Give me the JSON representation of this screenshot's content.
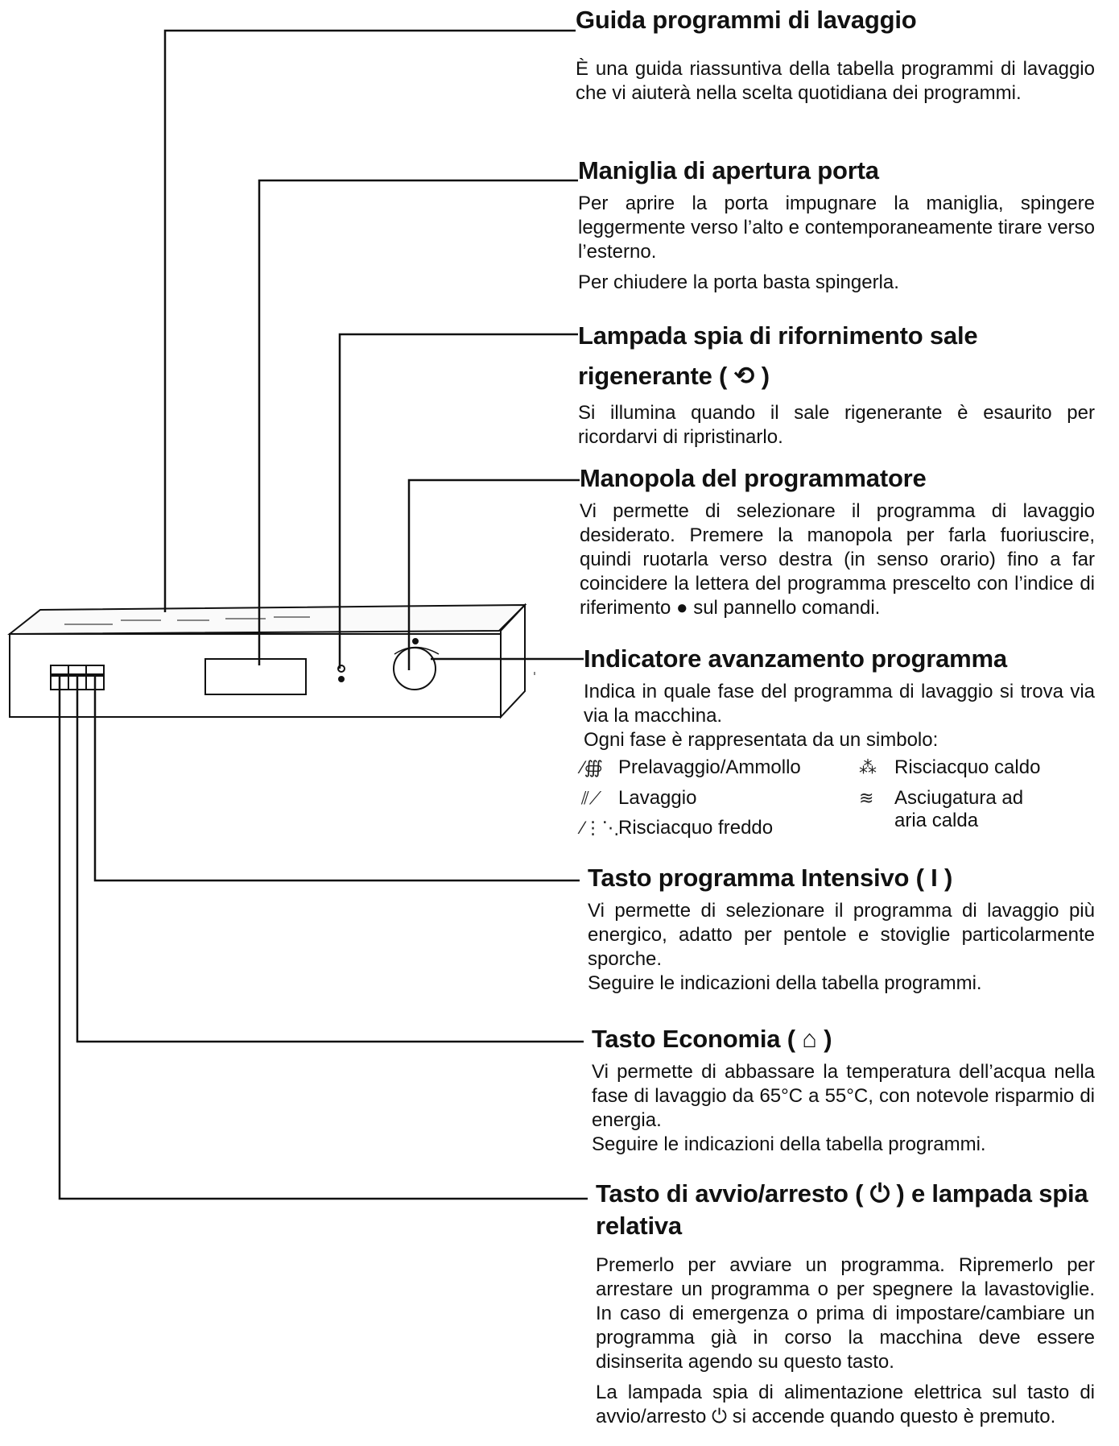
{
  "sections": [
    {
      "title": "Guida programmi di lavaggio",
      "paragraphs": [
        "È una guida riassuntiva della tabella programmi di lavaggio che vi aiuterà nella scelta quotidiana dei programmi."
      ]
    },
    {
      "title": "Maniglia di apertura porta",
      "paragraphs": [
        "Per aprire la porta impugnare la maniglia, spingere leggermente verso l’alto e contemporaneamente tirare verso l’esterno.",
        "Per chiudere la porta basta spingerla."
      ]
    },
    {
      "title": "Lampada spia di rifornimento sale rigenerante ( ⟲ )",
      "paragraphs": [
        "Si illumina quando il sale rigenerante è esaurito per ricordarvi di ripristinarlo."
      ]
    },
    {
      "title": "Manopola del programmatore",
      "paragraphs": [
        "Vi permette di selezionare il programma di lavaggio desiderato. Premere la manopola per farla fuoriuscire, quindi ruotarla verso destra (in senso orario) fino a far coincidere la lettera del programma prescelto con l’indice di riferimento ● sul pannello comandi."
      ]
    },
    {
      "title": "Indicatore avanzamento programma",
      "paragraphs": [
        "Indica in quale fase del programma di lavaggio si trova via via la macchina.",
        "Ogni fase è rappresentata da un simbolo:"
      ]
    },
    {
      "title": "Tasto programma Intensivo ( I )",
      "paragraphs": [
        "Vi permette di selezionare il programma di lavaggio più energico, adatto per pentole e stoviglie particolarmente sporche.",
        "Seguire le indicazioni della tabella programmi."
      ]
    },
    {
      "title": "Tasto Economia ( ⌂ )",
      "paragraphs": [
        "Vi permette di abbassare la temperatura dell’acqua nella fase di lavaggio da 65°C a 55°C, con notevole risparmio di energia.",
        "Seguire le indicazioni della tabella programmi."
      ]
    },
    {
      "title": "Tasto di avvio/arresto ( ⏻ ) e lampada spia relativa",
      "paragraphs": [
        "Premerlo per avviare un programma. Ripremerlo per arrestare un programma o per spegnere la lavastoviglie. In caso di emergenza o prima di impostare/cambiare un programma già in corso la macchina deve essere disinserita agendo su questo tasto.",
        "La lampada spia di alimentazione elettrica sul tasto di avvio/arresto ⏻ si accende quando questo è premuto."
      ]
    }
  ],
  "phase_symbols": [
    {
      "icon": "prewash-icon",
      "glyph": "⁄∰",
      "label": "Prelavaggio/Ammollo"
    },
    {
      "icon": "wash-icon",
      "glyph": "⫽⟋",
      "label": "Lavaggio"
    },
    {
      "icon": "cold-rinse-icon",
      "glyph": "⁄⋮⋱",
      "label": "Risciacquo freddo"
    },
    {
      "icon": "hot-rinse-icon",
      "glyph": "⁂",
      "label": "Risciacquo caldo"
    },
    {
      "icon": "hot-air-drying-icon",
      "glyph": "≋",
      "label": "Asciugatura ad aria calda"
    }
  ]
}
